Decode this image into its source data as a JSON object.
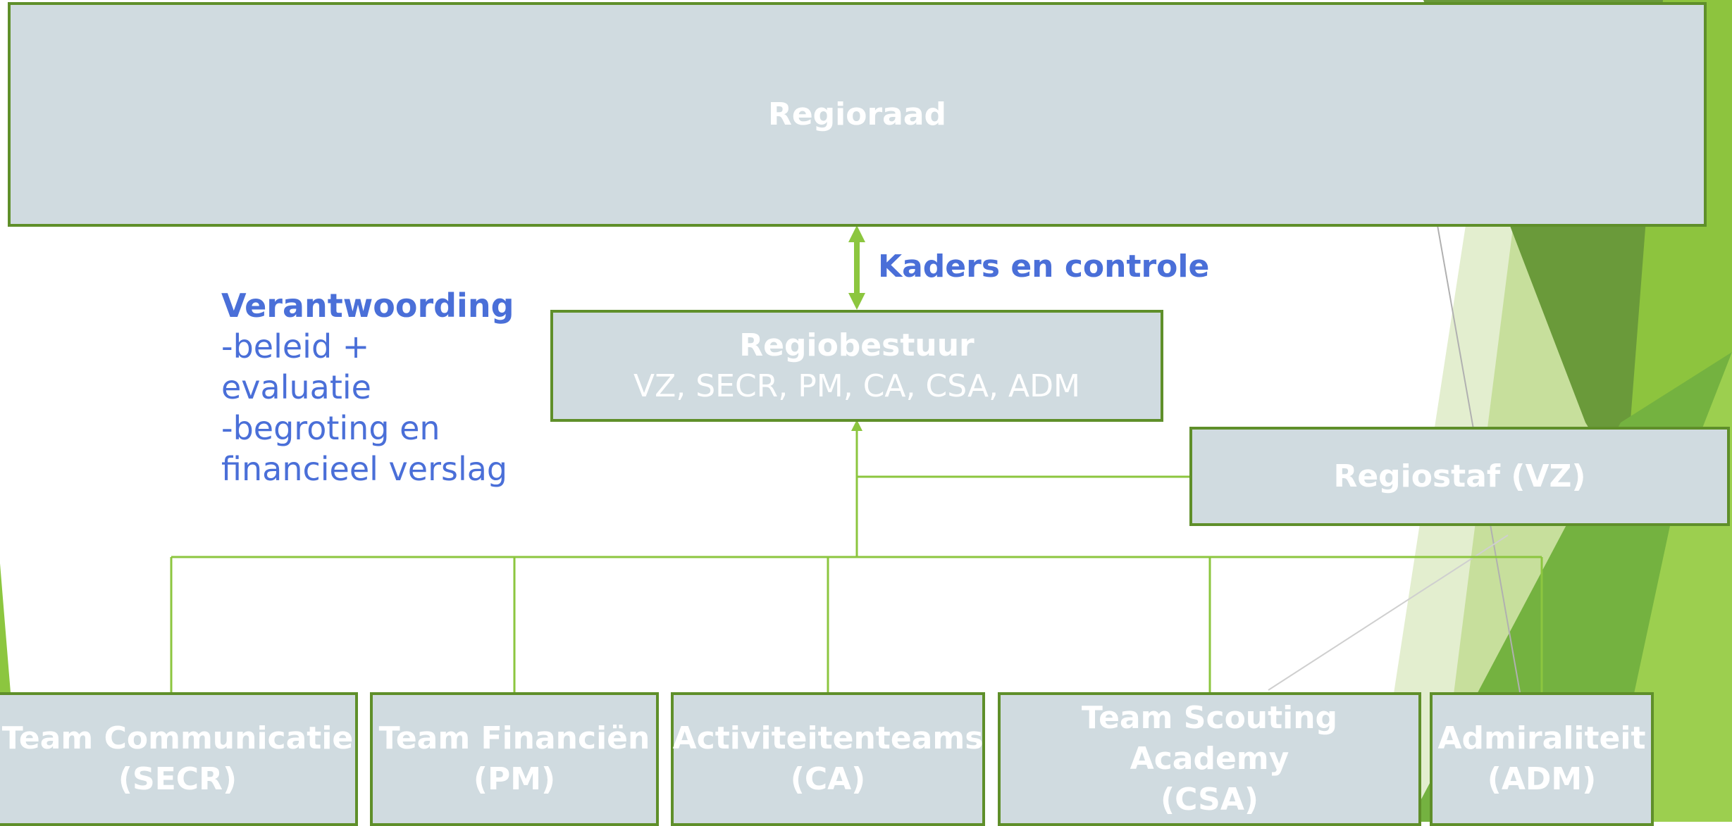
{
  "top": {
    "title": "Regioraad"
  },
  "relation": {
    "label": "Kaders en controle"
  },
  "accountability": {
    "title": "Verantwoording",
    "lines": [
      "-beleid + evaluatie",
      "-begroting en",
      "financieel verslag"
    ]
  },
  "board": {
    "title": "Regiobestuur",
    "members": "VZ, SECR, PM, CA, CSA, ADM"
  },
  "staff": {
    "title": "Regiostaf (VZ)"
  },
  "teams": [
    {
      "line1": "Team Communicatie",
      "line2": "(SECR)"
    },
    {
      "line1": "Team Financiën",
      "line2": "(PM)"
    },
    {
      "line1": "Activiteitenteams",
      "line2": "(CA)"
    },
    {
      "line1": "Team Scouting Academy",
      "line2": "(CSA)"
    },
    {
      "line1": "Admiraliteit",
      "line2": "(ADM)"
    }
  ],
  "colors": {
    "box_fill": "#d0dbe0",
    "box_border": "#5f8f2a",
    "connector": "#8cc63f",
    "label_text": "#4a6fd8"
  }
}
